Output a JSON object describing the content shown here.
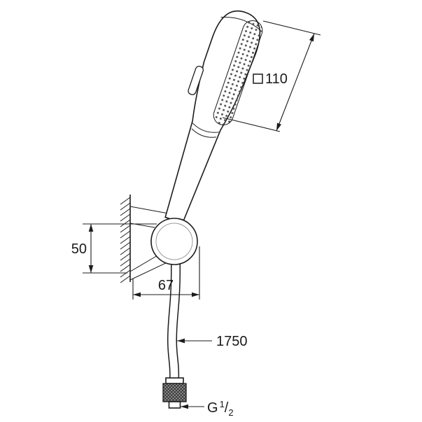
{
  "drawing": {
    "kind": "hand-shower-with-wall-holder-and-hose-dimension-drawing"
  },
  "labels": {
    "head_size": {
      "symbol": "square",
      "value": "110"
    },
    "bracket_height": "50",
    "bracket_depth": "67",
    "hose_length": "1750",
    "thread": {
      "prefix": "G",
      "numerator": "1",
      "slash": "/",
      "denominator": "2"
    }
  },
  "colors": {
    "line": "#1c1c1c",
    "background": "#ffffff",
    "knurl_fill": "#9a9a9a"
  }
}
